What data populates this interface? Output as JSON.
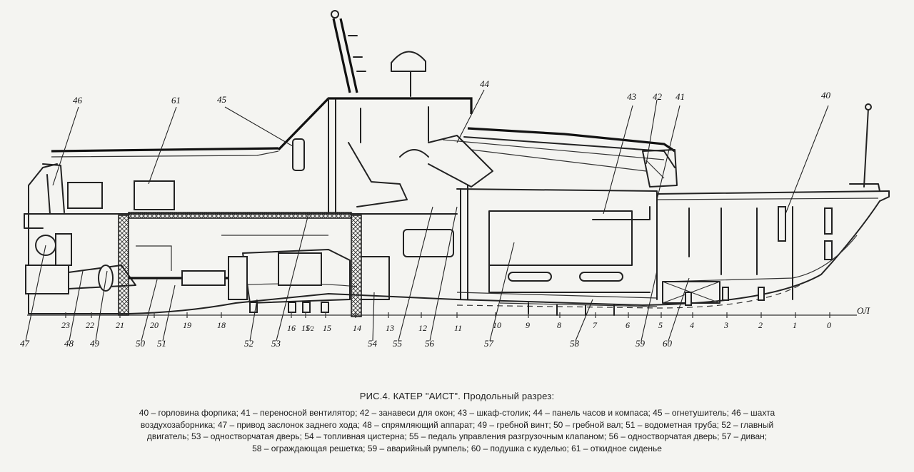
{
  "figure": {
    "title": "РИС.4. КАТЕР \"АИСТ\". Продольный разрез:",
    "legend_lines": [
      "40 – горловина форпика; 41 – переносной вентилятор; 42 – занавеси для окон; 43 – шкаф-столик; 44 – панель часов и компаса; 45 – огнетушитель; 46 – шахта",
      "воздухозаборника; 47 – привод заслонок заднего хода; 48 – спрямляющий аппарат; 49 – гребной винт; 50 – гребной вал; 51 – водометная труба; 52 – главный",
      "двигатель; 53 – одностворчатая дверь; 54 – топливная цистерна; 55 – педаль управления разгрузочным клапаном; 56 – одностворчатая дверь; 57 – диван;",
      "58 – ограждающая решетка; 59 – аварийный румпель; 60 – подушка с куделью; 61 – откидное сиденье"
    ]
  },
  "callouts": [
    "40",
    "41",
    "42",
    "43",
    "44",
    "45",
    "46",
    "47",
    "48",
    "49",
    "50",
    "51",
    "52",
    "53",
    "54",
    "55",
    "56",
    "57",
    "58",
    "59",
    "60",
    "61"
  ],
  "stations": [
    "23",
    "22",
    "21",
    "20",
    "19",
    "18",
    "16",
    "15",
    "15",
    "1/2",
    "15",
    "14",
    "13",
    "12",
    "11",
    "10",
    "9",
    "8",
    "7",
    "6",
    "5",
    "4",
    "3",
    "2",
    "1",
    "0"
  ],
  "waterline_label": "ОЛ"
}
